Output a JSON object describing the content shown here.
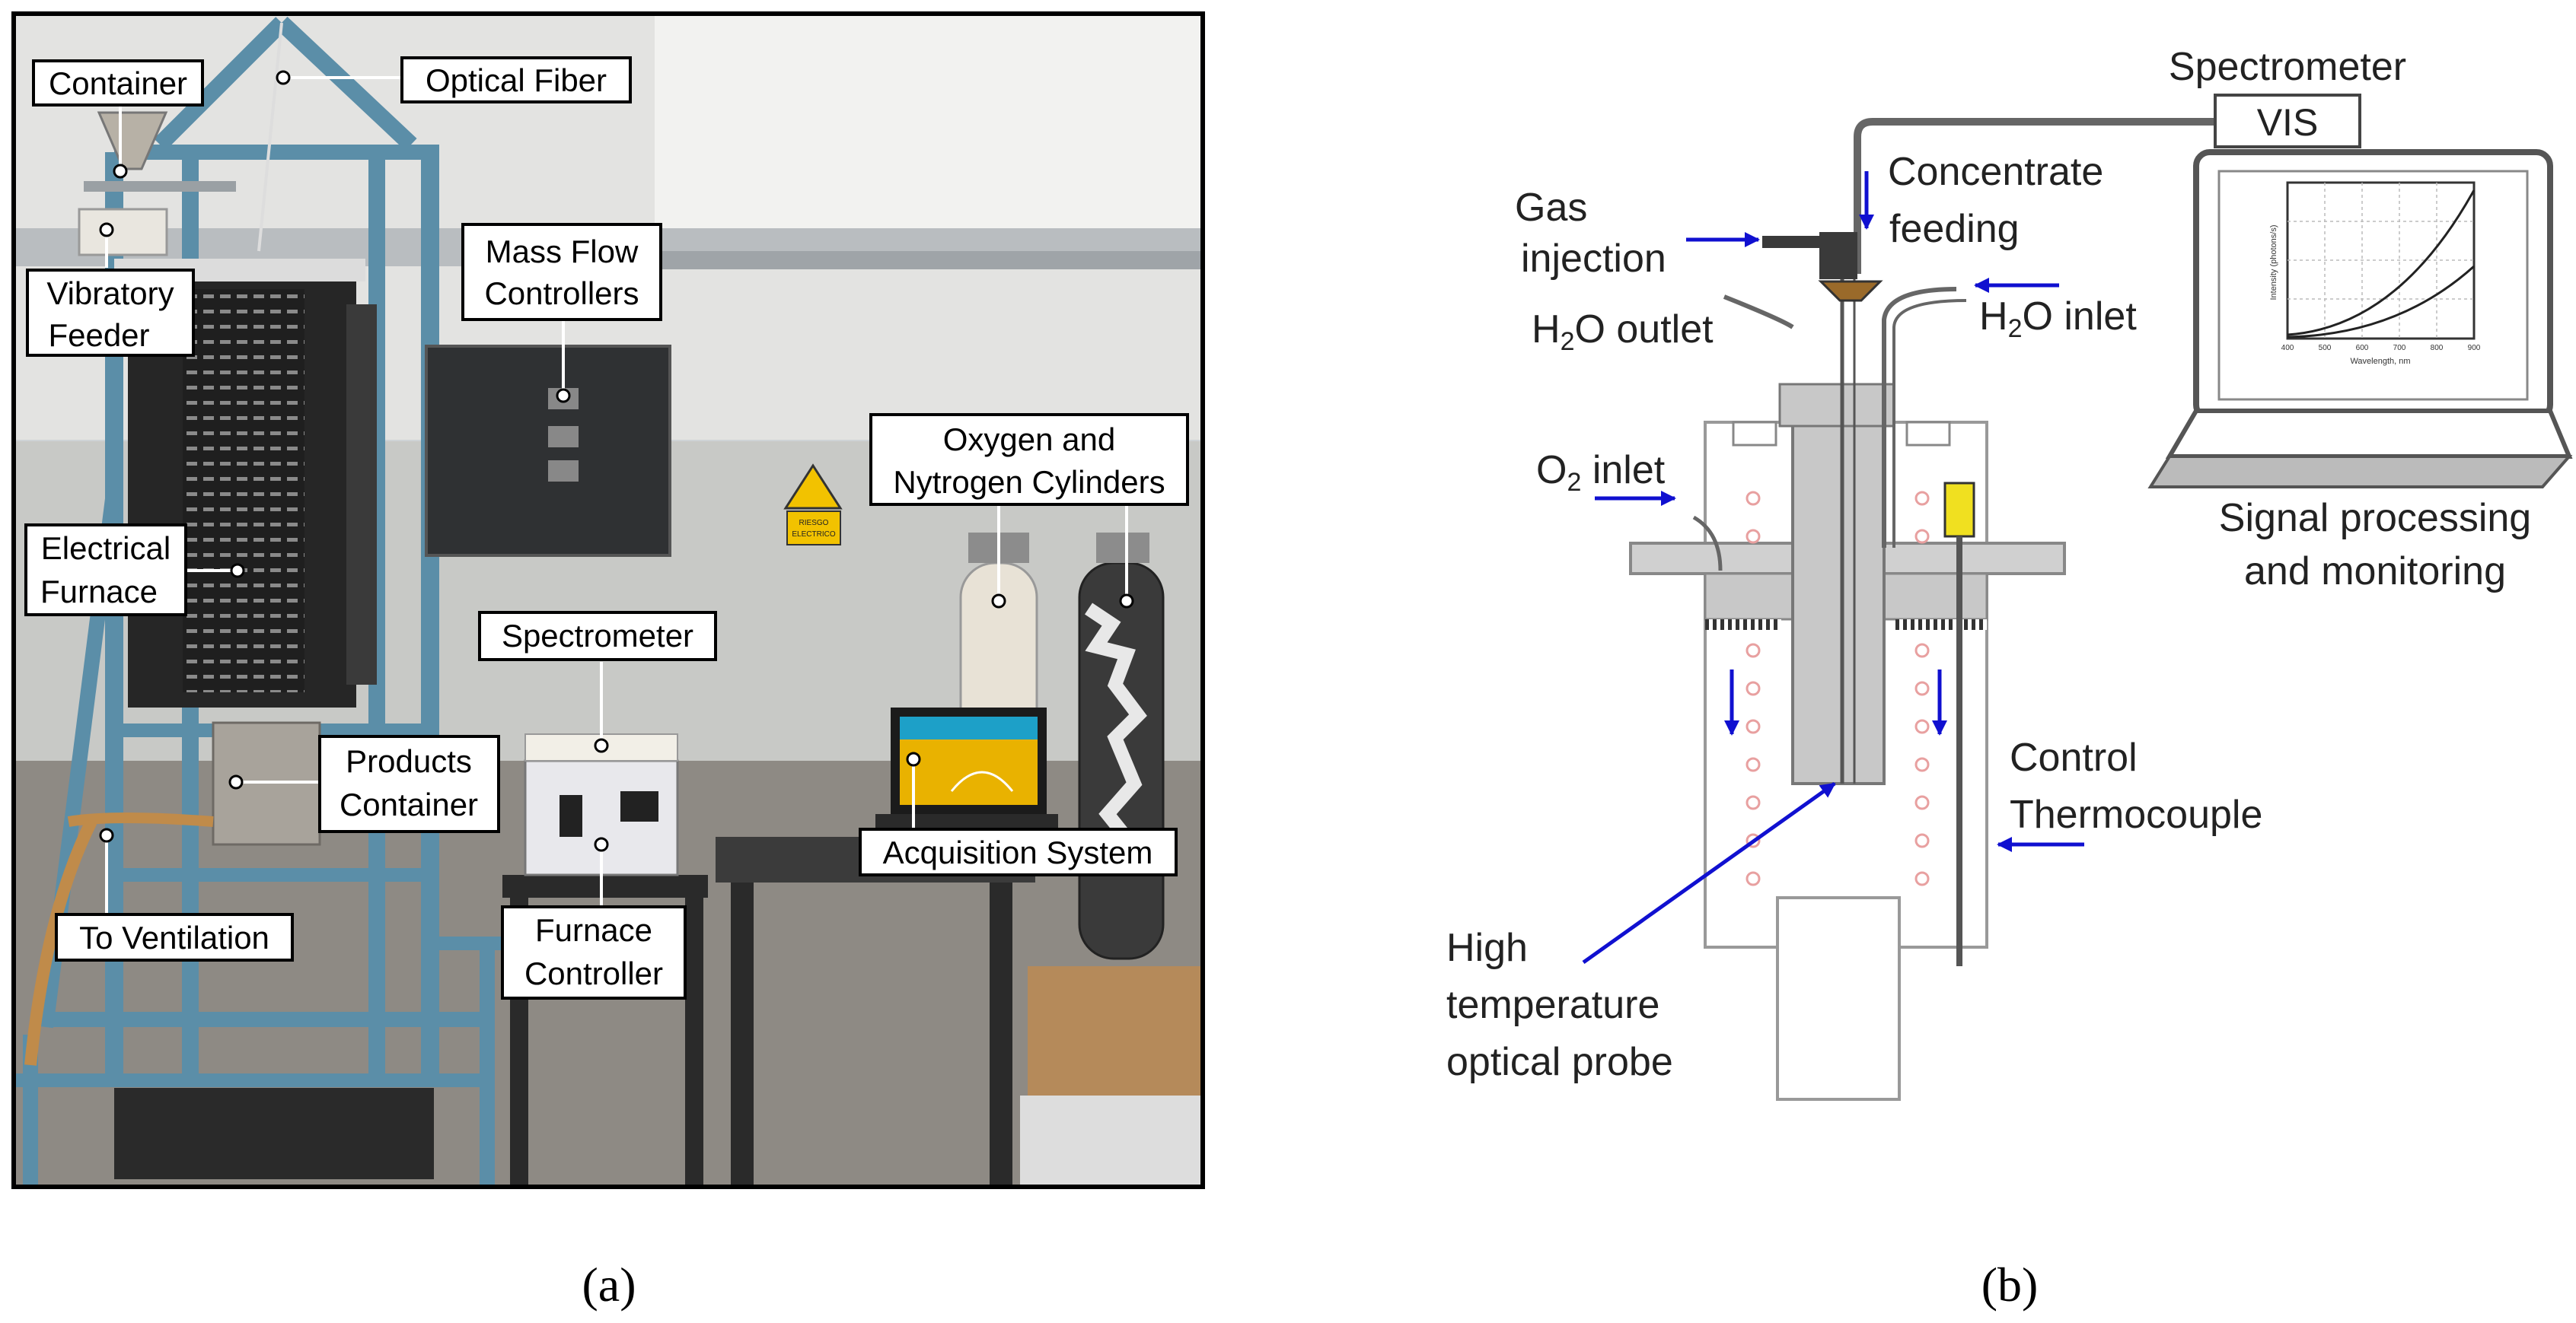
{
  "panel_a": {
    "caption": "(a)",
    "labels": {
      "container": "Container",
      "optical_fiber": "Optical Fiber",
      "vibratory_feeder_1": "Vibratory",
      "vibratory_feeder_2": "Feeder",
      "mass_flow_1": "Mass Flow",
      "mass_flow_2": "Controllers",
      "electrical_furnace_1": "Electrical",
      "electrical_furnace_2": "Furnace",
      "oxygen_1": "Oxygen and",
      "oxygen_2": "Nytrogen Cylinders",
      "spectrometer": "Spectrometer",
      "products_container_1": "Products",
      "products_container_2": "Container",
      "acquisition_system": "Acquisition System",
      "to_ventilation": "To Ventilation",
      "furnace_controller_1": "Furnace",
      "furnace_controller_2": "Controller"
    },
    "warning_sign_text_1": "RIESGO",
    "warning_sign_text_2": "ELECTRICO"
  },
  "panel_b": {
    "caption": "(b)",
    "labels": {
      "spectrometer": "Spectrometer",
      "vis": "VIS",
      "concentrate_1": "Concentrate",
      "concentrate_2": "feeding",
      "gas_1": "Gas",
      "gas_2": "injection",
      "h2o_outlet_a": "H",
      "h2o_outlet_sub": "2",
      "h2o_outlet_b": "O outlet",
      "h2o_inlet_a": "H",
      "h2o_inlet_sub": "2",
      "h2o_inlet_b": "O inlet",
      "o2_inlet_a": "O",
      "o2_inlet_sub": "2",
      "o2_inlet_b": " inlet",
      "signal_1": "Signal processing",
      "signal_2": "and monitoring",
      "control_1": "Control",
      "control_2": "Thermocouple",
      "probe_1": "High",
      "probe_2": "temperature",
      "probe_3": "optical probe"
    },
    "screen_chart": {
      "ylabel": "Intensity (photons/s)",
      "xlabel": "Wavelength, nm",
      "xticks": [
        "400",
        "500",
        "600",
        "700",
        "800",
        "900"
      ]
    }
  },
  "colors": {
    "arrow": "#1010d0",
    "frame_blue": "#5b8ea8",
    "furnace": "#2a2a2a",
    "probe_gray": "#c8c8c8",
    "insulation": "#d9d9d9"
  }
}
